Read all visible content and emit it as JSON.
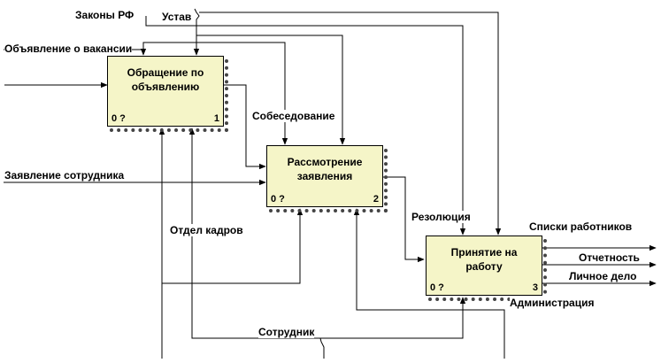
{
  "boxes": {
    "b1": {
      "title_line1": "Обращение по",
      "title_line2": "объявлению",
      "cost": "0 ?",
      "number": "1"
    },
    "b2": {
      "title_line1": "Рассмотрение",
      "title_line2": "заявления",
      "cost": "0 ?",
      "number": "2"
    },
    "b3": {
      "title_line1": "Принятие на",
      "title_line2": "работу",
      "cost": "0 ?",
      "number": "3"
    }
  },
  "arrows": {
    "laws": "Законы РФ",
    "charter": "Устав",
    "vacancy_ad": "Объявление о вакансии",
    "interview": "Собеседование",
    "employee_application": "Заявление сотрудника",
    "resolution": "Резолюция",
    "hr_department": "Отдел кадров",
    "staff_lists": "Списки работников",
    "reporting": "Отчетность",
    "personal_file": "Личное дело",
    "administration": "Администрация",
    "employee": "Сотрудник"
  }
}
